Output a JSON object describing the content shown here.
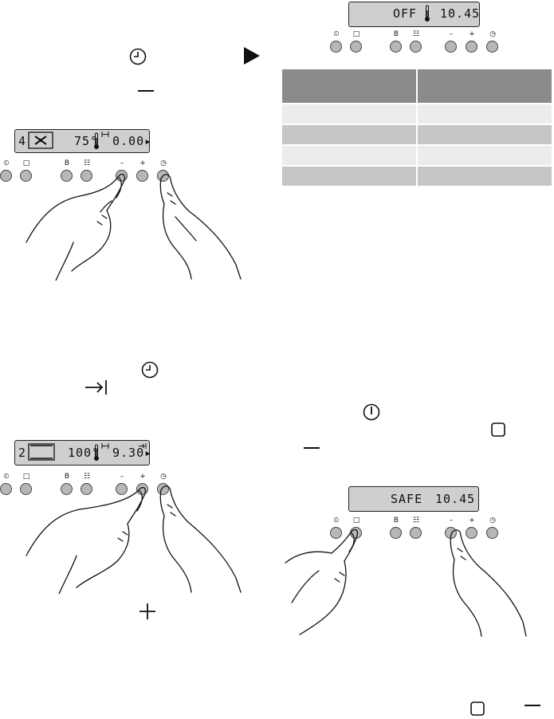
{
  "panel_labels": [
    "⦶",
    "□",
    "B",
    "☷",
    "–",
    "+",
    "◷"
  ],
  "panel_top": {
    "display_left": "",
    "display_right": "OFF",
    "display_time": "10.45"
  },
  "panel_left1": {
    "display_shelf": "4",
    "display_temp": "75°",
    "display_time": "0.00▸"
  },
  "panel_left2": {
    "display_shelf": "2",
    "display_temp": "100°",
    "display_time": "9.30▸"
  },
  "panel_right2": {
    "display_text": "SAFE",
    "display_time": "10.45"
  },
  "table": {
    "header": [
      "",
      ""
    ],
    "rows": [
      [
        "",
        ""
      ],
      [
        "",
        ""
      ],
      [
        "",
        ""
      ],
      [
        "",
        ""
      ]
    ]
  },
  "icons": [
    "clock-icon",
    "play-arrow-icon",
    "minus-icon",
    "end-time-icon",
    "plus-icon",
    "power-icon",
    "square-button-icon"
  ]
}
